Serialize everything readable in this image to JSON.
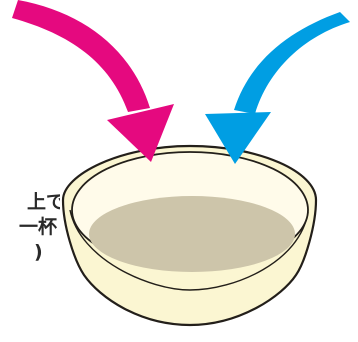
{
  "illustration": {
    "side_text": {
      "line1": "上で",
      "line2": "一杯",
      "line3": ")"
    },
    "icons": {
      "left_arrow": "magenta-curved-arrow",
      "right_arrow": "cyan-curved-arrow",
      "bowl": "bowl-with-liquid"
    },
    "colors": {
      "left_arrow": "#e5097f",
      "right_arrow": "#009ee3",
      "bowl_body": "#fbf6d2",
      "bowl_inner": "#fffbea",
      "liquid": "#cdc5aa",
      "outline": "#231f1a"
    }
  }
}
